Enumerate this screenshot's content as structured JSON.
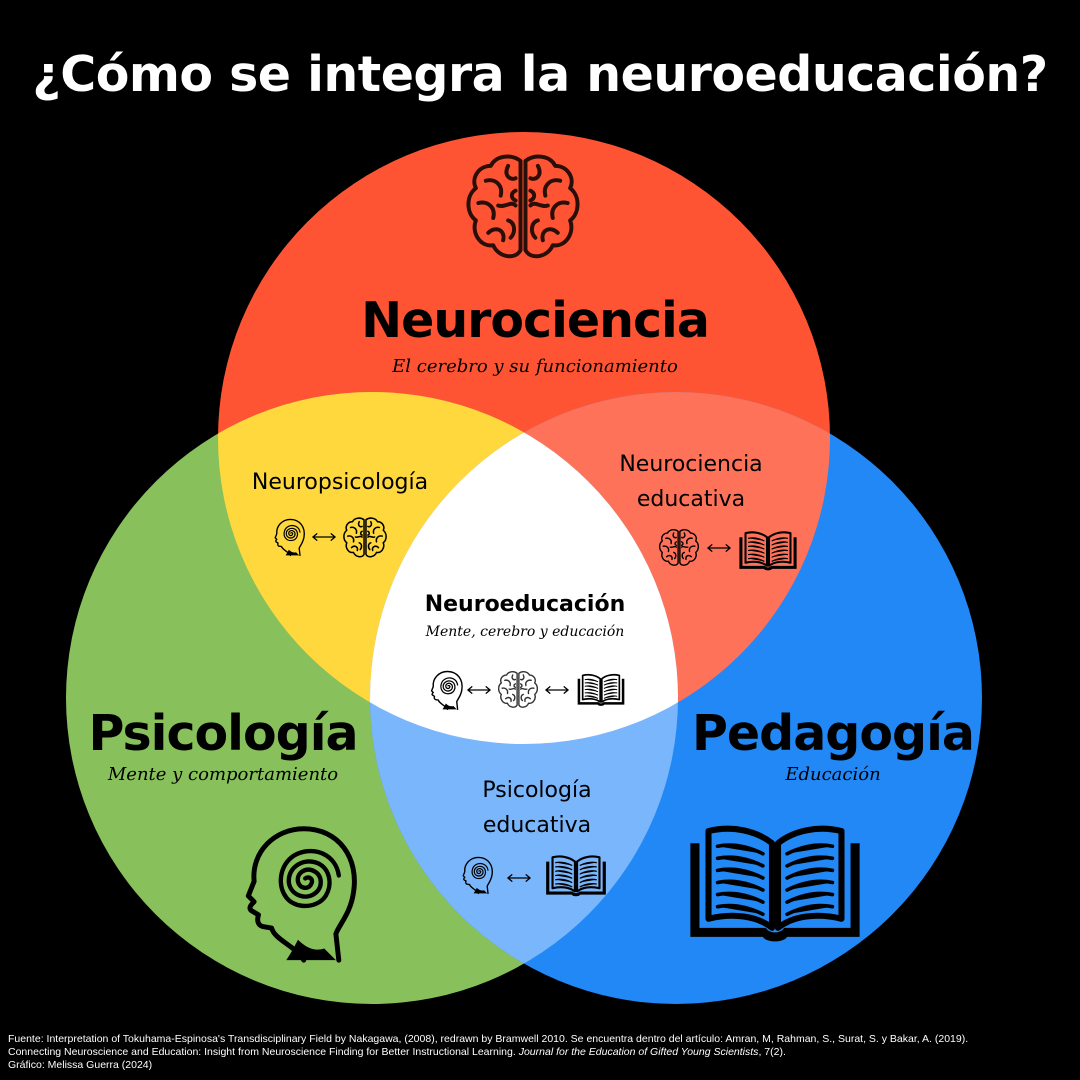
{
  "title": "¿Cómo se integra la neuroeducación?",
  "colors": {
    "background": "#000000",
    "neurociencia": "#ff5434",
    "psicologia": "#88c15b",
    "pedagogia": "#2188f6",
    "neuropsicologia_overlap": "#ffd83d",
    "neurociencia_educativa_overlap": "#ff725a",
    "psicologia_educativa_overlap": "#7ab6fb",
    "center": "#ffffff"
  },
  "circles": {
    "neurociencia": {
      "title": "Neurociencia",
      "subtitle": "El cerebro y su funcionamiento",
      "icon": "brain-icon"
    },
    "psicologia": {
      "title": "Psicología",
      "subtitle": "Mente y comportamiento",
      "icon": "head-spiral-icon"
    },
    "pedagogia": {
      "title": "Pedagogía",
      "subtitle": "Educación",
      "icon": "open-book-icon"
    }
  },
  "overlaps": {
    "neuropsicologia": {
      "label": "Neuropsicología",
      "icons": [
        "head-spiral-icon",
        "double-arrow-icon",
        "brain-icon"
      ]
    },
    "neurociencia_educativa": {
      "line1": "Neurociencia",
      "line2": "educativa",
      "icons": [
        "brain-icon",
        "double-arrow-icon",
        "open-book-icon"
      ]
    },
    "psicologia_educativa": {
      "line1": "Psicología",
      "line2": "educativa",
      "icons": [
        "head-spiral-icon",
        "double-arrow-icon",
        "open-book-icon"
      ]
    }
  },
  "center": {
    "title": "Neuroeducación",
    "subtitle": "Mente, cerebro y educación",
    "icons": [
      "head-spiral-icon",
      "double-arrow-icon",
      "brain-icon",
      "double-arrow-icon",
      "open-book-icon"
    ]
  },
  "footer": {
    "line1_part1": "Fuente: Interpretation of Tokuhama-Espinosa's Transdisciplinary Field by Nakagawa, (2008), redrawn by Bramwell 2010. Se encuentra dentro del artículo: Amran, M, Rahman, S., Surat, S. y Bakar, A. (2019).",
    "line2_part1": "Connecting Neuroscience and Education: Insight from Neuroscience Finding for Better Instructional Learning.",
    "line2_journal": "Journal for the Education of Gifted Young Scientists",
    "line2_part2": ", 7(2).",
    "line3": "Gráfico: Melissa Guerra (2024)"
  }
}
